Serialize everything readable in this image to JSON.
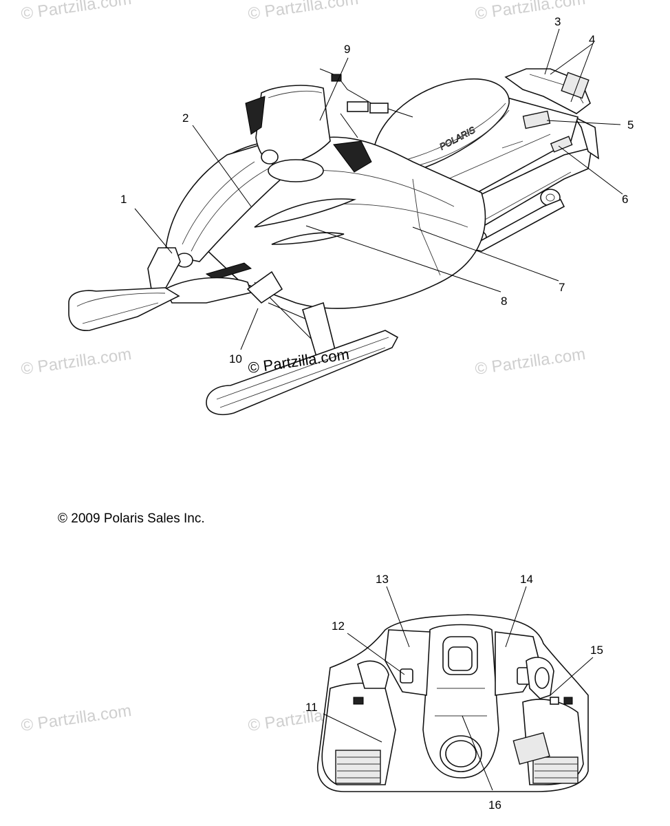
{
  "watermark": "© Partzilla.com",
  "center_watermark": "© Partzilla.com",
  "copyright": "© 2009 Polaris Sales Inc.",
  "brand_decal": "POLARIS",
  "callouts": {
    "c1": "1",
    "c2": "2",
    "c3": "3",
    "c4": "4",
    "c5": "5",
    "c6": "6",
    "c7": "7",
    "c8": "8",
    "c9": "9",
    "c10": "10",
    "c11": "11",
    "c12": "12",
    "c13": "13",
    "c14": "14",
    "c15": "15",
    "c16": "16"
  }
}
